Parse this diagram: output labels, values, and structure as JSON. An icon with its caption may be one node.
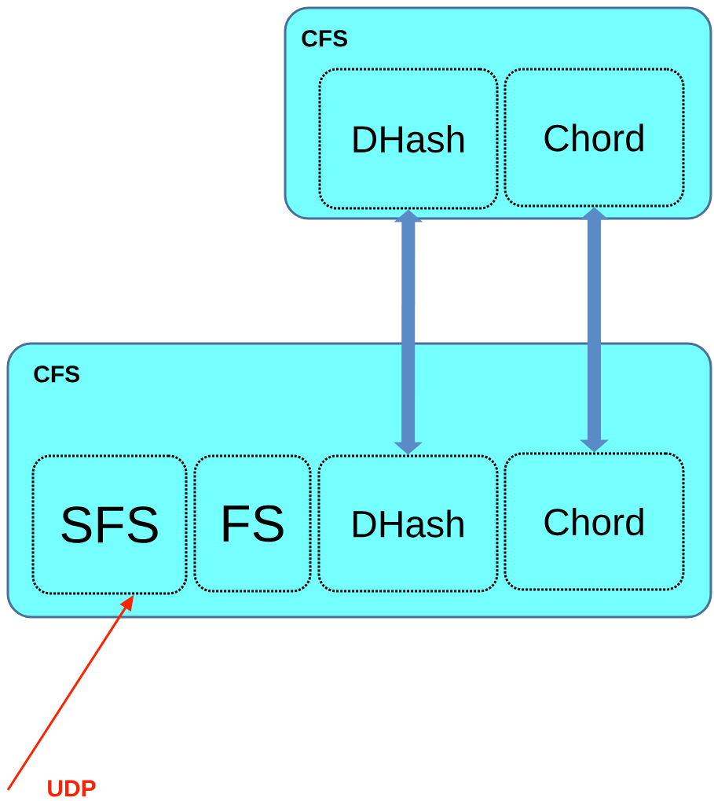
{
  "diagram": {
    "nodes": [
      {
        "text": [
          "CFS"
        ]
      },
      {
        "text": [
          "DHash"
        ],
        "in": 0
      },
      {
        "text": [
          "Chord"
        ],
        "in": 0
      },
      {
        "text": [
          "CFS"
        ]
      },
      {
        "text": [
          "SFS"
        ],
        "in": 3
      },
      {
        "text": [
          "FS"
        ],
        "in": 3
      },
      {
        "text": [
          "DHash"
        ],
        "in": 3
      },
      {
        "text": [
          "Chord"
        ],
        "in": 3
      }
    ],
    "edges": [
      {
        "from": 1,
        "to": 6,
        "arrow": "both"
      },
      {
        "from": 2,
        "to": 7,
        "arrow": "both"
      },
      {
        "from": null,
        "to": 4,
        "arrow": "to",
        "label": "UDP",
        "color": "#ff2200"
      }
    ]
  }
}
